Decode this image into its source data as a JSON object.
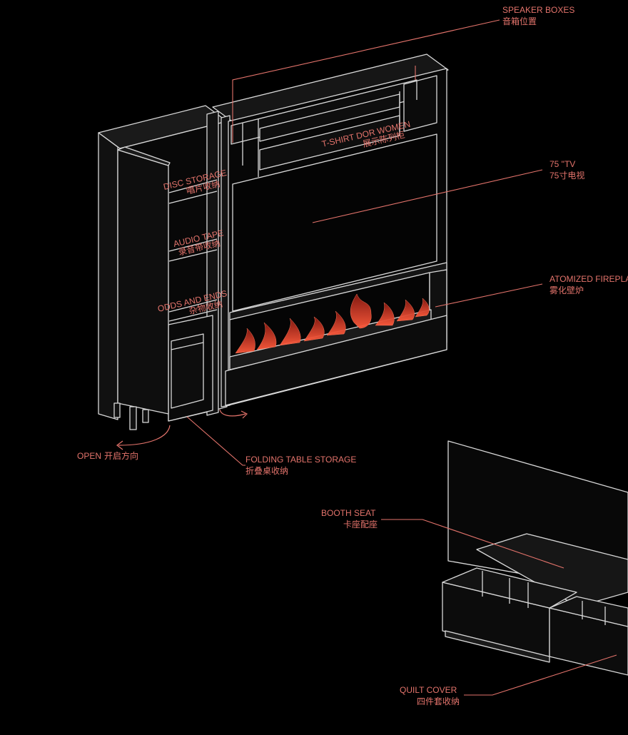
{
  "annotations": {
    "speaker_boxes": {
      "en": "SPEAKER BOXES",
      "zh": "音箱位置"
    },
    "tv": {
      "en": "75 \"TV",
      "zh": "75寸电视"
    },
    "fireplace": {
      "en": "ATOMIZED FIREPLACE",
      "zh": "雾化壁炉"
    },
    "folding_table": {
      "en": "FOLDING TABLE STORAGE",
      "zh": "折叠桌收纳"
    },
    "open_direction": {
      "en": "OPEN",
      "zh": "开启方向"
    },
    "booth_seat": {
      "en": "BOOTH SEAT",
      "zh": "卡座配座"
    },
    "quilt_cover": {
      "en": "QUILT COVER",
      "zh": "四件套收纳"
    }
  },
  "shelf_labels": {
    "disc_storage": {
      "en": "DISC STORAGE",
      "zh": "唱片收纳"
    },
    "audio_tape": {
      "en": "AUDIO TAPE",
      "zh": "录音带收纳"
    },
    "odds_and_ends": {
      "en": "ODDS AND ENDS",
      "zh": "杂物收纳"
    },
    "tshirt": {
      "en": "T-SHIRT DOR WOMEN",
      "zh": "展示陈列柜"
    }
  },
  "colors": {
    "background": "#000000",
    "line": "#d9d9d9",
    "accent": "#e3736b",
    "flame": "#c0392b"
  }
}
